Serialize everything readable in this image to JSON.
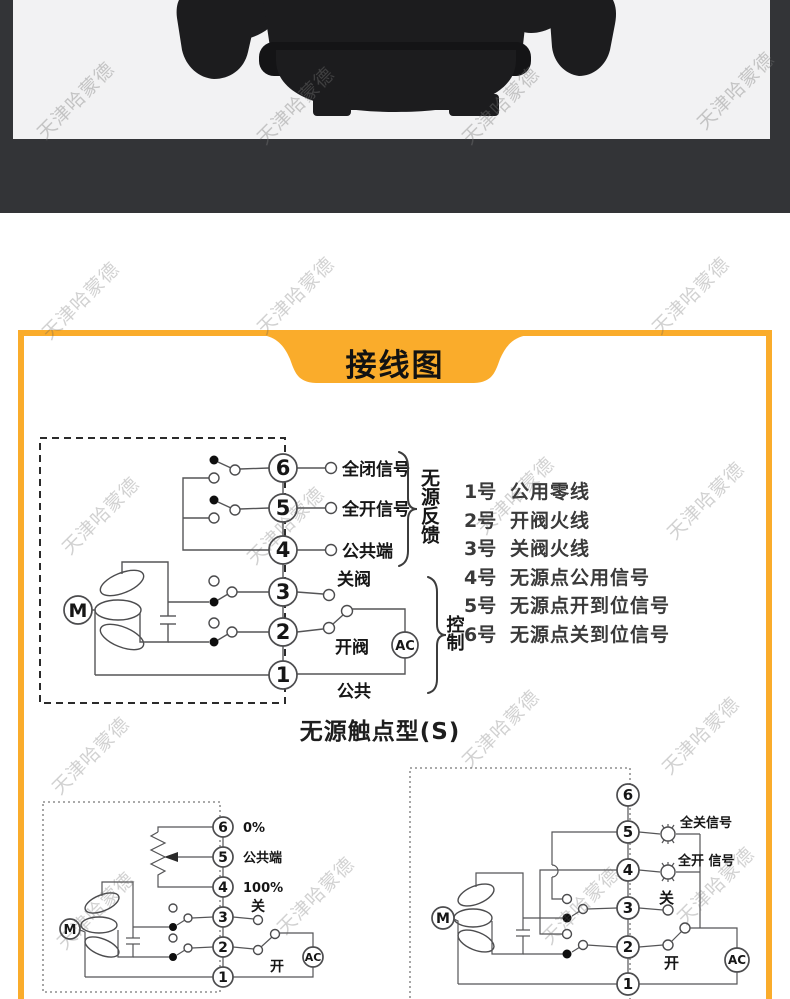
{
  "watermark": {
    "text": "天津哈蒙德"
  },
  "colors": {
    "accent_orange": "#FAAC2B",
    "top_band_dark": "#333437",
    "product_panel_bg": "#F2F2F3",
    "valve_black": "#1C1C1E"
  },
  "wiring_card": {
    "title": "接线图",
    "diagram_passive": {
      "terminals": [
        "6",
        "5",
        "4",
        "3",
        "2",
        "1"
      ],
      "labels": {
        "t6": "全闭信号",
        "t5": "全开信号",
        "t4": "公共端",
        "t3": "关阀",
        "t2": "开阀",
        "t1": "公共"
      },
      "feedback_brace": "无源反馈",
      "control_brace": "控制",
      "motor": "M",
      "ac": "AC",
      "caption": "无源触点型(S)"
    },
    "terminal_legend": [
      {
        "num": "1号",
        "desc": "公用零线"
      },
      {
        "num": "2号",
        "desc": "开阀火线"
      },
      {
        "num": "3号",
        "desc": "关阀火线"
      },
      {
        "num": "4号",
        "desc": "无源点公用信号"
      },
      {
        "num": "5号",
        "desc": "无源点开到位信号"
      },
      {
        "num": "6号",
        "desc": "无源点关到位信号"
      }
    ],
    "diagram_resistance": {
      "terminals": [
        "6",
        "5",
        "4",
        "3",
        "2",
        "1"
      ],
      "labels": {
        "t6": "0%",
        "t5": "公共端",
        "t4": "100%",
        "t3": "关",
        "t2": "开"
      },
      "motor": "M",
      "ac": "AC"
    },
    "diagram_lamp": {
      "terminals": [
        "6",
        "5",
        "4",
        "3",
        "2",
        "1"
      ],
      "labels": {
        "t5": "全关信号",
        "t4": "全开 信号",
        "t3": "关",
        "t2": "开"
      },
      "motor": "M",
      "ac": "AC"
    }
  }
}
